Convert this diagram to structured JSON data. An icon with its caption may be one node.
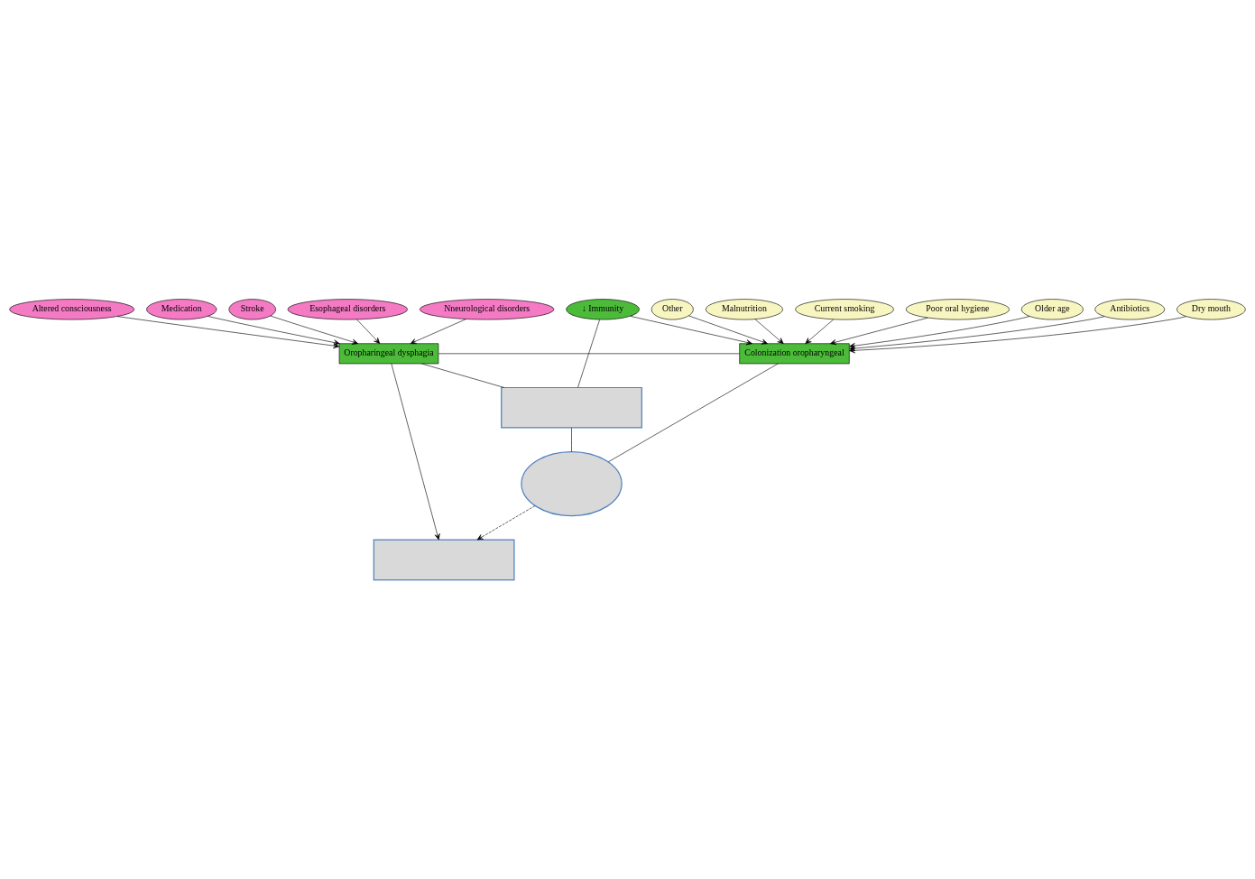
{
  "diagram": {
    "nodes": [
      {
        "text": [
          "Stroke"
        ]
      },
      {
        "text": [
          "Esophageal disorders"
        ]
      },
      {
        "text": [
          "Nneurological disorders"
        ]
      },
      {
        "text": [
          "Altered consciousness"
        ]
      },
      {
        "text": [
          "Medication"
        ]
      },
      {
        "text": [
          "Oropharingeal dysphagia"
        ]
      },
      {
        "text": [
          "Malnutrition"
        ]
      },
      {
        "text": [
          "Current smoking"
        ]
      },
      {
        "text": [
          "Poor oral hygiene"
        ]
      },
      {
        "text": [
          "Older age"
        ]
      },
      {
        "text": [
          "Antibiotics"
        ]
      },
      {
        "text": [
          "Colonization oropharyngeal"
        ]
      },
      {
        "text": [
          "Dry mouth"
        ]
      },
      {
        "text": [
          "↓ Immunity"
        ]
      },
      {
        "text": [
          "Other"
        ]
      },
      {
        "text": [],
        "shape": "box"
      },
      {
        "text": [],
        "shape": "ellipse"
      },
      {
        "text": [],
        "shape": "box"
      }
    ],
    "edges": [
      {
        "from": 0,
        "to": 5,
        "arrow": "to"
      },
      {
        "from": 1,
        "to": 5,
        "arrow": "to"
      },
      {
        "from": 2,
        "to": 5,
        "arrow": "to"
      },
      {
        "from": 3,
        "to": 5,
        "arrow": "to"
      },
      {
        "from": 4,
        "to": 5,
        "arrow": "to"
      },
      {
        "from": 5,
        "to": 11,
        "arrow": "none"
      },
      {
        "from": 5,
        "to": 17,
        "arrow": "to"
      },
      {
        "from": 5,
        "to": 15,
        "arrow": "none"
      },
      {
        "from": 9,
        "to": 11,
        "arrow": "to"
      },
      {
        "from": 6,
        "to": 11,
        "arrow": "to"
      },
      {
        "from": 7,
        "to": 11,
        "arrow": "to"
      },
      {
        "from": 8,
        "to": 11,
        "arrow": "to"
      },
      {
        "from": 10,
        "to": 11,
        "arrow": "to"
      },
      {
        "from": 12,
        "to": 11,
        "arrow": "to"
      },
      {
        "from": 13,
        "to": 11,
        "arrow": "to"
      },
      {
        "from": 14,
        "to": 11,
        "arrow": "to"
      },
      {
        "from": 13,
        "to": 15,
        "arrow": "none"
      },
      {
        "from": 11,
        "to": 16,
        "arrow": "none"
      },
      {
        "from": 15,
        "to": 16,
        "arrow": "none"
      },
      {
        "from": 16,
        "to": 17,
        "arrow": "to",
        "style": "dashed"
      }
    ]
  }
}
